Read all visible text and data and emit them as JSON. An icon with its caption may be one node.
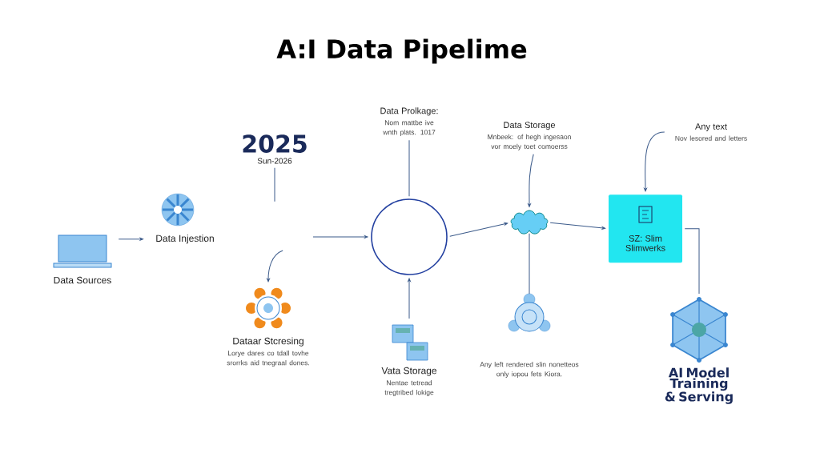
{
  "diagram": {
    "title": "A:I Data Pipelime",
    "nodes": [
      {
        "text": [
          "Data Sources"
        ]
      },
      {
        "text": [
          "Data Injestion"
        ]
      },
      {
        "text": [
          "2025",
          "Sun-2026"
        ]
      },
      {
        "text": [
          "Dataar Stcresing",
          "Lorye dares co tdall tovhe srorrks aid tnegraal dones."
        ]
      },
      {
        "text": [
          "Data Prolkage:",
          "Nom mattbe ive wnth plats. 1017"
        ]
      },
      {
        "text": [],
        "shape": "circle"
      },
      {
        "text": [
          "Vata Storage",
          "Nentae tetread tregtribed lokige"
        ]
      },
      {
        "text": [
          "Data Storage",
          "Mnbeek: of hegh ingesaon vor moely toet comoerss"
        ]
      },
      {
        "text": [],
        "shape": "cloud"
      },
      {
        "text": [
          "Any left rendered slin nonetteos only iopou fets Kiora."
        ]
      },
      {
        "text": [
          "Any text",
          "Nov lesored and letters"
        ]
      },
      {
        "text": [
          "SZ: Slim Slimwerks"
        ]
      },
      {
        "text": [
          "AI Model Training & Serving"
        ]
      }
    ],
    "edges": [
      {
        "from": 0,
        "to": 1,
        "arrow": "to"
      },
      {
        "from": 2,
        "to": null,
        "arrow": "none"
      },
      {
        "from": null,
        "to": 3,
        "arrow": "to"
      },
      {
        "from": null,
        "to": 5,
        "arrow": "to"
      },
      {
        "from": 4,
        "to": 5,
        "arrow": "none"
      },
      {
        "from": 6,
        "to": 5,
        "arrow": "to"
      },
      {
        "from": 5,
        "to": 8,
        "arrow": "to"
      },
      {
        "from": 7,
        "to": 8,
        "arrow": "to"
      },
      {
        "from": 8,
        "to": 9,
        "arrow": "none"
      },
      {
        "from": 8,
        "to": 11,
        "arrow": "to"
      },
      {
        "from": 10,
        "to": 11,
        "arrow": "to"
      },
      {
        "from": 11,
        "to": 12,
        "arrow": "none"
      }
    ]
  }
}
